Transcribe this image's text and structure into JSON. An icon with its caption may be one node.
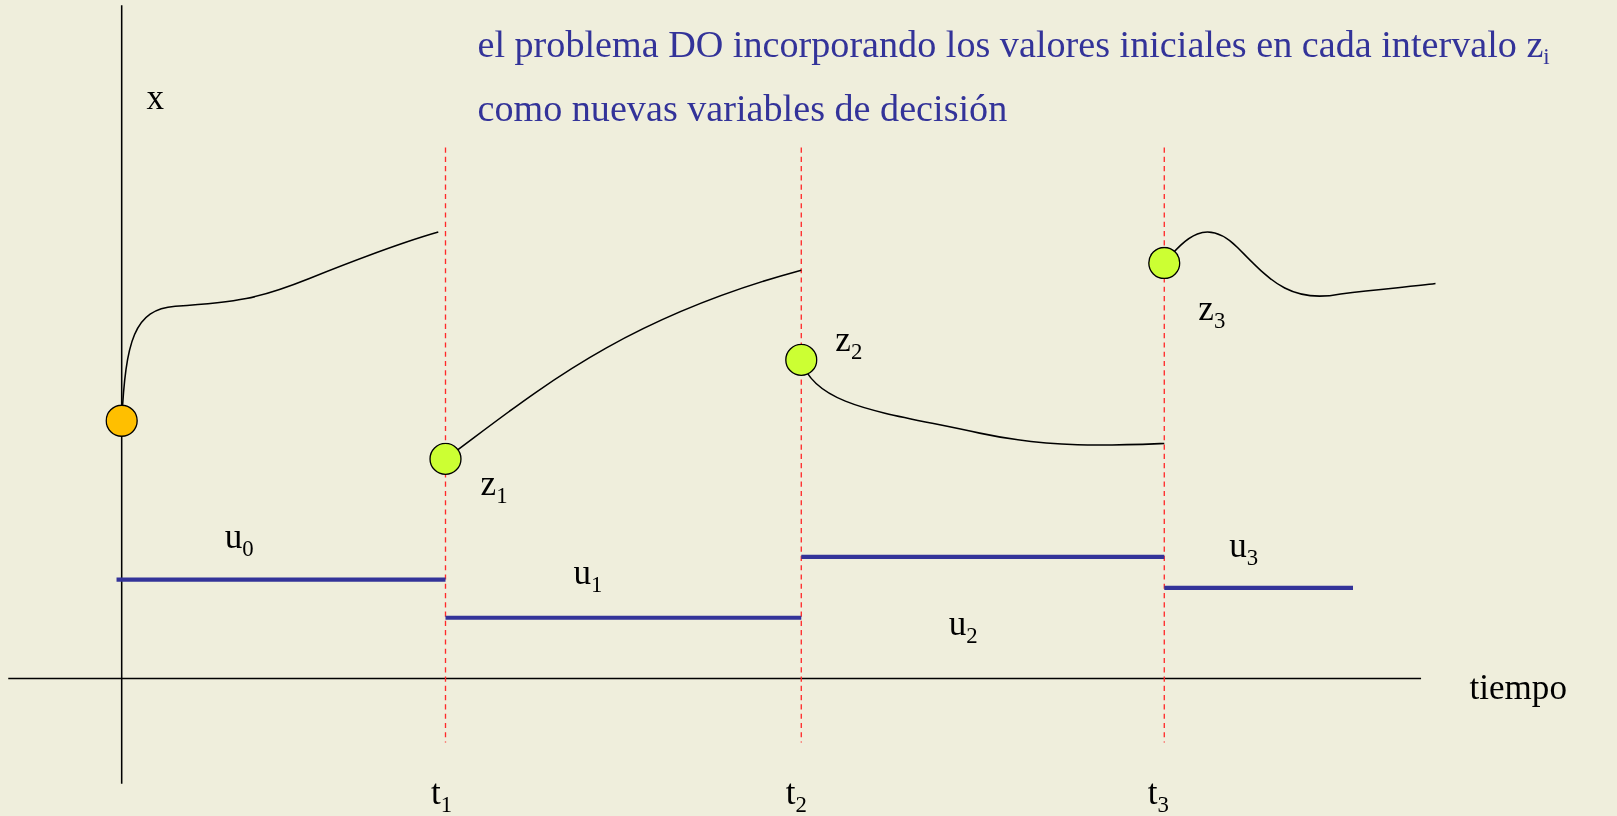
{
  "diagram": {
    "title": "el problema DO incorporando los valores iniciales en cada intervalo z$_{i}$ como nuevas variables de decisión",
    "nodes": [
      {
        "text": [],
        "shape": "circle"
      },
      {
        "text": [],
        "shape": "circle",
        "beside": [
          "z$_{1}$"
        ]
      },
      {
        "text": [],
        "shape": "circle",
        "beside": [
          "z$_{2}$"
        ]
      },
      {
        "text": [],
        "shape": "circle",
        "beside": [
          "z$_{3}$"
        ]
      }
    ],
    "labels": [
      "x",
      "u$_{0}$",
      "u$_{1}$",
      "u$_{3}$",
      "u$_{2}$",
      "tiempo",
      "t$_{1}$",
      "t$_{2}$",
      "t$_{3}$"
    ]
  }
}
